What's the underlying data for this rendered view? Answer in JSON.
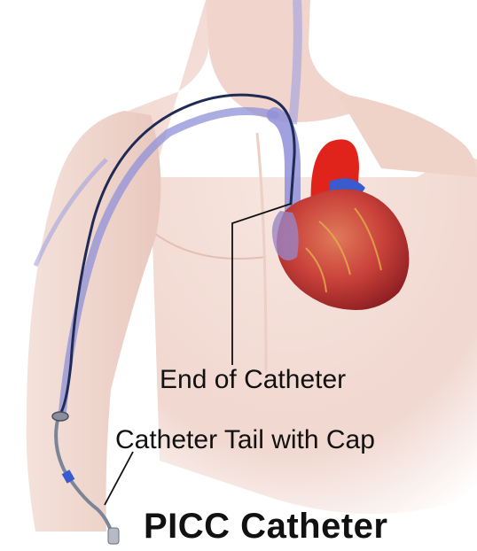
{
  "labels": {
    "end_of_catheter": "End of Catheter",
    "catheter_tail": "Catheter Tail with Cap"
  },
  "title": "PICC Catheter",
  "colors": {
    "skin": "#f3dcd4",
    "vein": "#8f90d8",
    "catheter": "#1f2a55",
    "heart": "#c9413a",
    "aorta": "#e0241c",
    "vena_cava": "#3a5bd0"
  }
}
